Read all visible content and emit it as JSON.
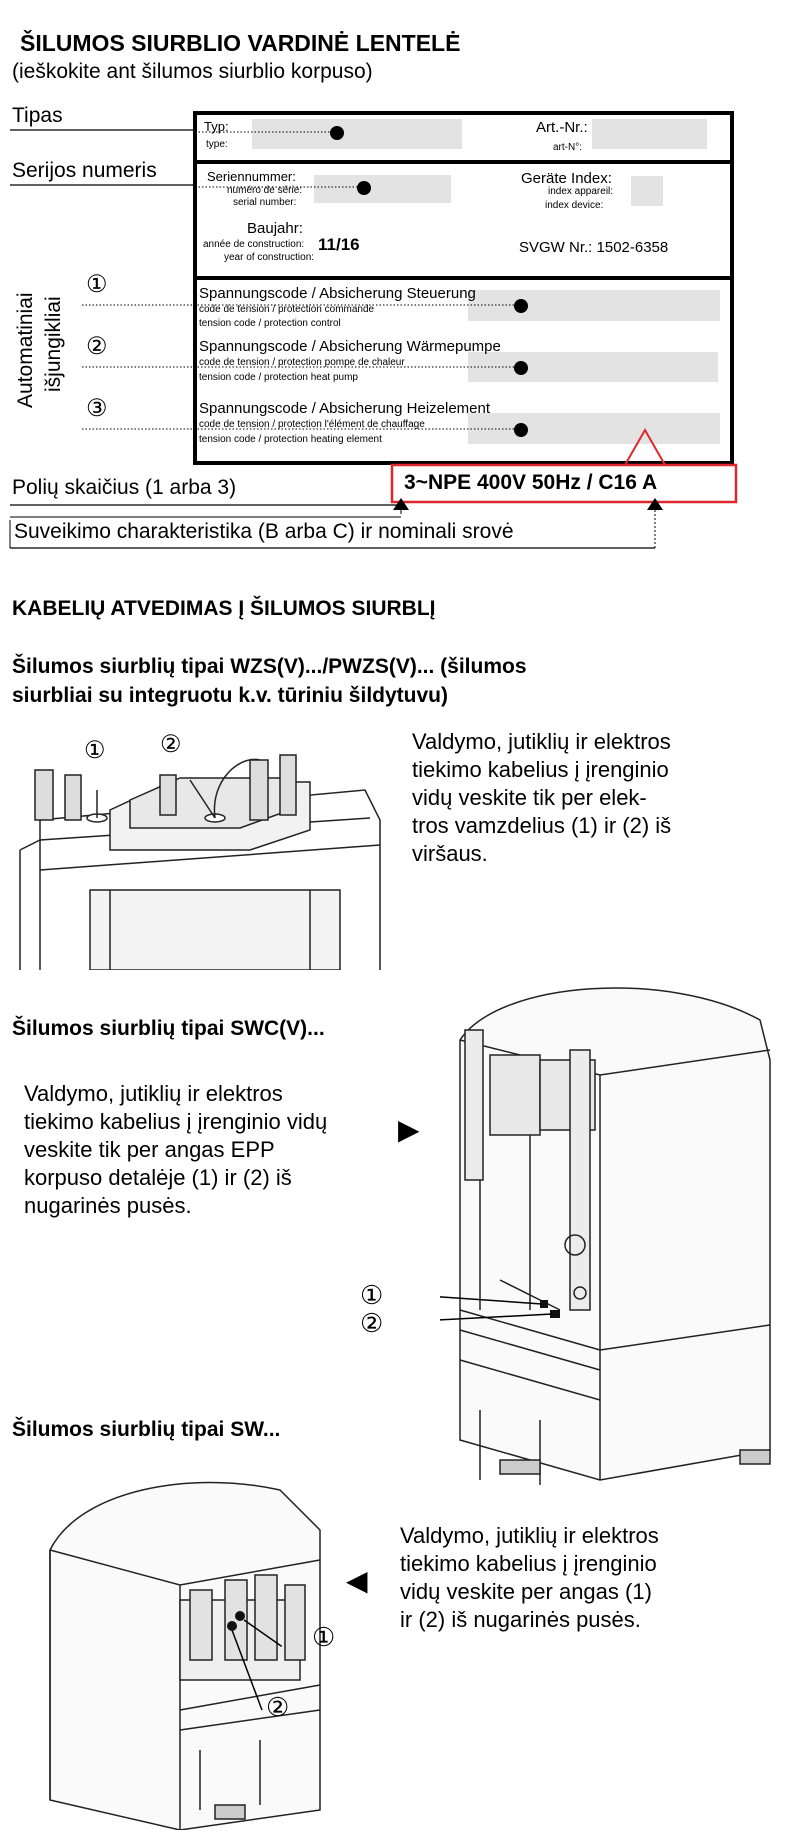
{
  "plate": {
    "title": "ŠILUMOS SIURBLIO VARDINĖ LENTELĖ",
    "subtitle": "(ieškokite ant šilumos siurblio korpuso)",
    "label_tipas": "Tipas",
    "label_serial": "Serijos numeris",
    "label_breakers_1": "Automatiniai",
    "label_breakers_2": "išjungikliai",
    "label_poles": "Polių skaičius (1 arba 3)",
    "label_char": "Suveikimo charakteristika (B arba C) ir nominali srovė",
    "marker_1": "①",
    "marker_2": "②",
    "marker_3": "③",
    "typ": "Typ:",
    "type": "type:",
    "art_nr": "Art.-Nr.:",
    "art_n": "art-N°:",
    "seriennummer": "Seriennummer:",
    "numero_serie": "numéro de série:",
    "serial_number": "serial number:",
    "baujahr": "Baujahr:",
    "annee": "année de construction:",
    "year": "year of construction:",
    "year_value": "11/16",
    "geraete_index": "Geräte Index:",
    "index_appareil": "index appareil:",
    "index_device": "index device:",
    "svgw": "SVGW Nr.: 1502-6358",
    "sc1_main": "Spannungscode / Absicherung Steuerung",
    "sc1_fr": "code de tension / protection commande",
    "sc1_en": "tension code / protection control",
    "sc2_main": "Spannungscode / Absicherung Wärmepumpe",
    "sc2_fr": "code de tension / protection pompe de chaleur",
    "sc2_en": "tension code / protection heat pump",
    "sc3_main": "Spannungscode / Absicherung Heizelement",
    "sc3_fr": "code de tension / protection l'élément de chauffage",
    "sc3_en": "tension code / protection heating element",
    "example_value": "3~NPE 400V 50Hz / C16 A",
    "highlight_color": "#e0282c"
  },
  "section2": {
    "title": "KABELIŲ ATVEDIMAS Į ŠILUMOS SIURBLĮ",
    "wzs_heading_1": "Šilumos siurblių tipai WZS(V).../PWZS(V)... (šilumos",
    "wzs_heading_2": "siurbliai su integruotu k.v. tūriniu šildytuvu)",
    "wzs_text": [
      "Valdymo, jutiklių ir elektros",
      "tiekimo kabelius į įrenginio",
      "vidų veskite tik per elek-",
      "tros vamzdelius (1) ir (2) iš",
      "viršaus."
    ],
    "swc_heading": "Šilumos siurblių tipai SWC(V)...",
    "swc_text": [
      "Valdymo, jutiklių ir elektros",
      "tiekimo kabelius į įrenginio vidų",
      "veskite tik per angas EPP",
      "korpuso detalėje (1) ir (2) iš",
      "nugarinės pusės."
    ],
    "sw_heading": "Šilumos siurblių tipai SW...",
    "sw_text": [
      "Valdymo, jutiklių ir elektros",
      "tiekimo kabelius į įrenginio",
      "vidų veskite per angas (1)",
      "ir (2) iš nugarinės pusės."
    ],
    "arrow_right": "▶",
    "arrow_left": "◀",
    "callout_1": "①",
    "callout_2": "②"
  }
}
